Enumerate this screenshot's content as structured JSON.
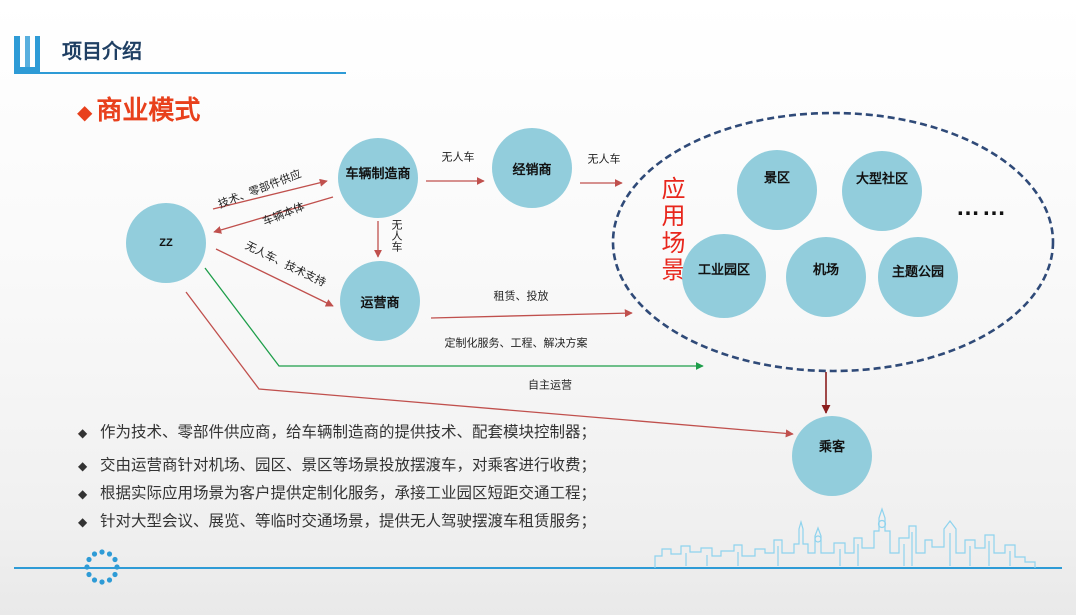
{
  "header": {
    "title": "项目介绍"
  },
  "section": {
    "marker": "◆",
    "title": "商业模式"
  },
  "diagram": {
    "nodes": {
      "zz": "ZZ",
      "manufacturer": "车辆制造商",
      "dealer": "经销商",
      "operator": "运营商",
      "passenger": "乘客"
    },
    "scenario_group": {
      "label": "应用场景",
      "items": [
        "景区",
        "大型社区",
        "工业园区",
        "机场",
        "主题公园"
      ],
      "more": "……"
    },
    "edge_labels": {
      "zz_to_manufacturer": "技术、零部件供应",
      "manufacturer_to_zz": "车辆本体",
      "zz_to_operator": "无人车、技术支持",
      "manufacturer_to_operator": "无人车",
      "manufacturer_to_dealer": "无人车",
      "dealer_to_scenarios": "无人车",
      "operator_to_scenarios": "租赁、投放",
      "zz_to_scenarios": "定制化服务、工程、解决方案",
      "zz_to_passenger": "自主运营"
    }
  },
  "bullets": {
    "marker": "◆",
    "items": [
      "作为技术、零部件供应商，给车辆制造商的提供技术、配套模块控制器；",
      "交由运营商针对机场、园区、景区等场景投放摆渡车，对乘客进行收费；",
      "根据实际应用场景为客户提供定制化服务，承接工业园区短距交通工程；",
      "针对大型会议、展览、等临时交通场景，提供无人驾驶摆渡车租赁服务；"
    ]
  },
  "colors": {
    "brand_blue": "#2E9BD6",
    "header_text": "#1F3F63",
    "section_title": "#E8401C",
    "scenario_label": "#E8261C",
    "node_fill": "#92CDDC",
    "flow_red": "#C0504D",
    "flow_green": "#1E9E4A",
    "flow_dark_red": "#8B1E1E",
    "ellipse_dash": "#2F4A78",
    "skyline": "#8ED3EE",
    "body_text": "#333333"
  }
}
